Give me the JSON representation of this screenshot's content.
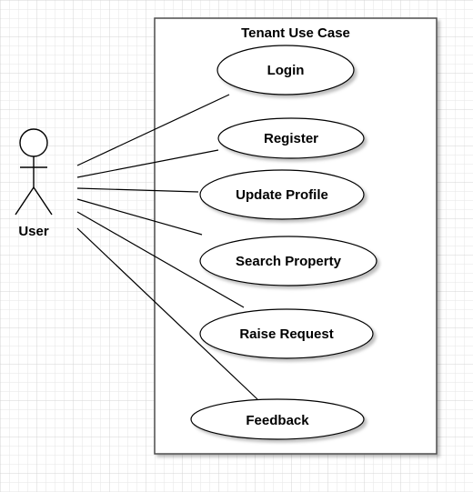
{
  "diagram": {
    "title": "Tenant Use Case",
    "actor": {
      "label": "User"
    },
    "use_cases": [
      {
        "id": "login",
        "label": "Login"
      },
      {
        "id": "register",
        "label": "Register"
      },
      {
        "id": "update-profile",
        "label": "Update Profile"
      },
      {
        "id": "search-property",
        "label": "Search Property"
      },
      {
        "id": "raise-request",
        "label": "Raise Request"
      },
      {
        "id": "feedback",
        "label": "Feedback"
      }
    ]
  }
}
